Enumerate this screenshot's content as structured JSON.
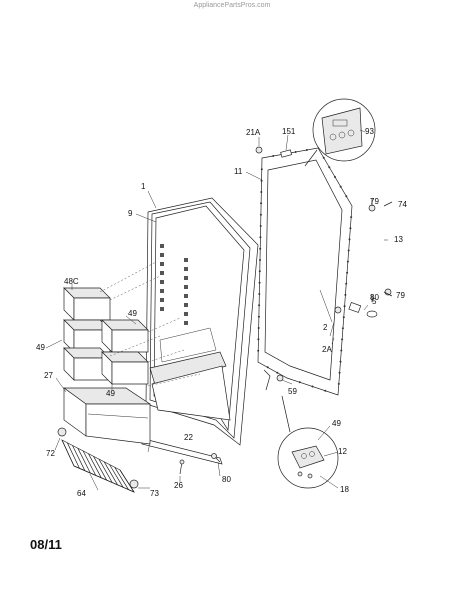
{
  "watermark": "AppliancePartsPros.com",
  "date_code": "08/11",
  "part_labels": [
    "1",
    "2",
    "2A",
    "5",
    "9",
    "11",
    "12",
    "13",
    "18",
    "21A",
    "22",
    "26",
    "27",
    "48C",
    "49",
    "49",
    "49",
    "49",
    "59",
    "64",
    "72",
    "73",
    "74",
    "79",
    "79",
    "80",
    "80",
    "93",
    "151"
  ]
}
